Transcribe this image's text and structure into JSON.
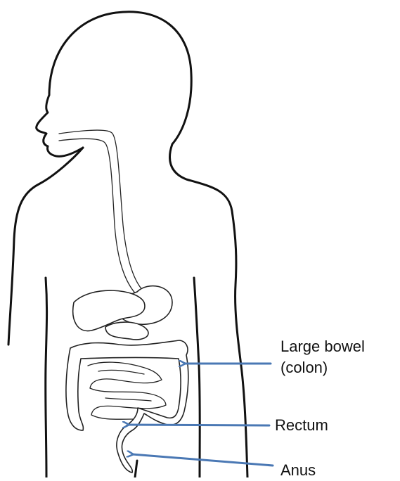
{
  "labels": {
    "large_bowel_line1": "Large bowel",
    "large_bowel_line2": "(colon)",
    "rectum": "Rectum",
    "anus": "Anus"
  },
  "colors": {
    "outline": "#111111",
    "arrow": "#4a78b4",
    "background": "#ffffff"
  }
}
